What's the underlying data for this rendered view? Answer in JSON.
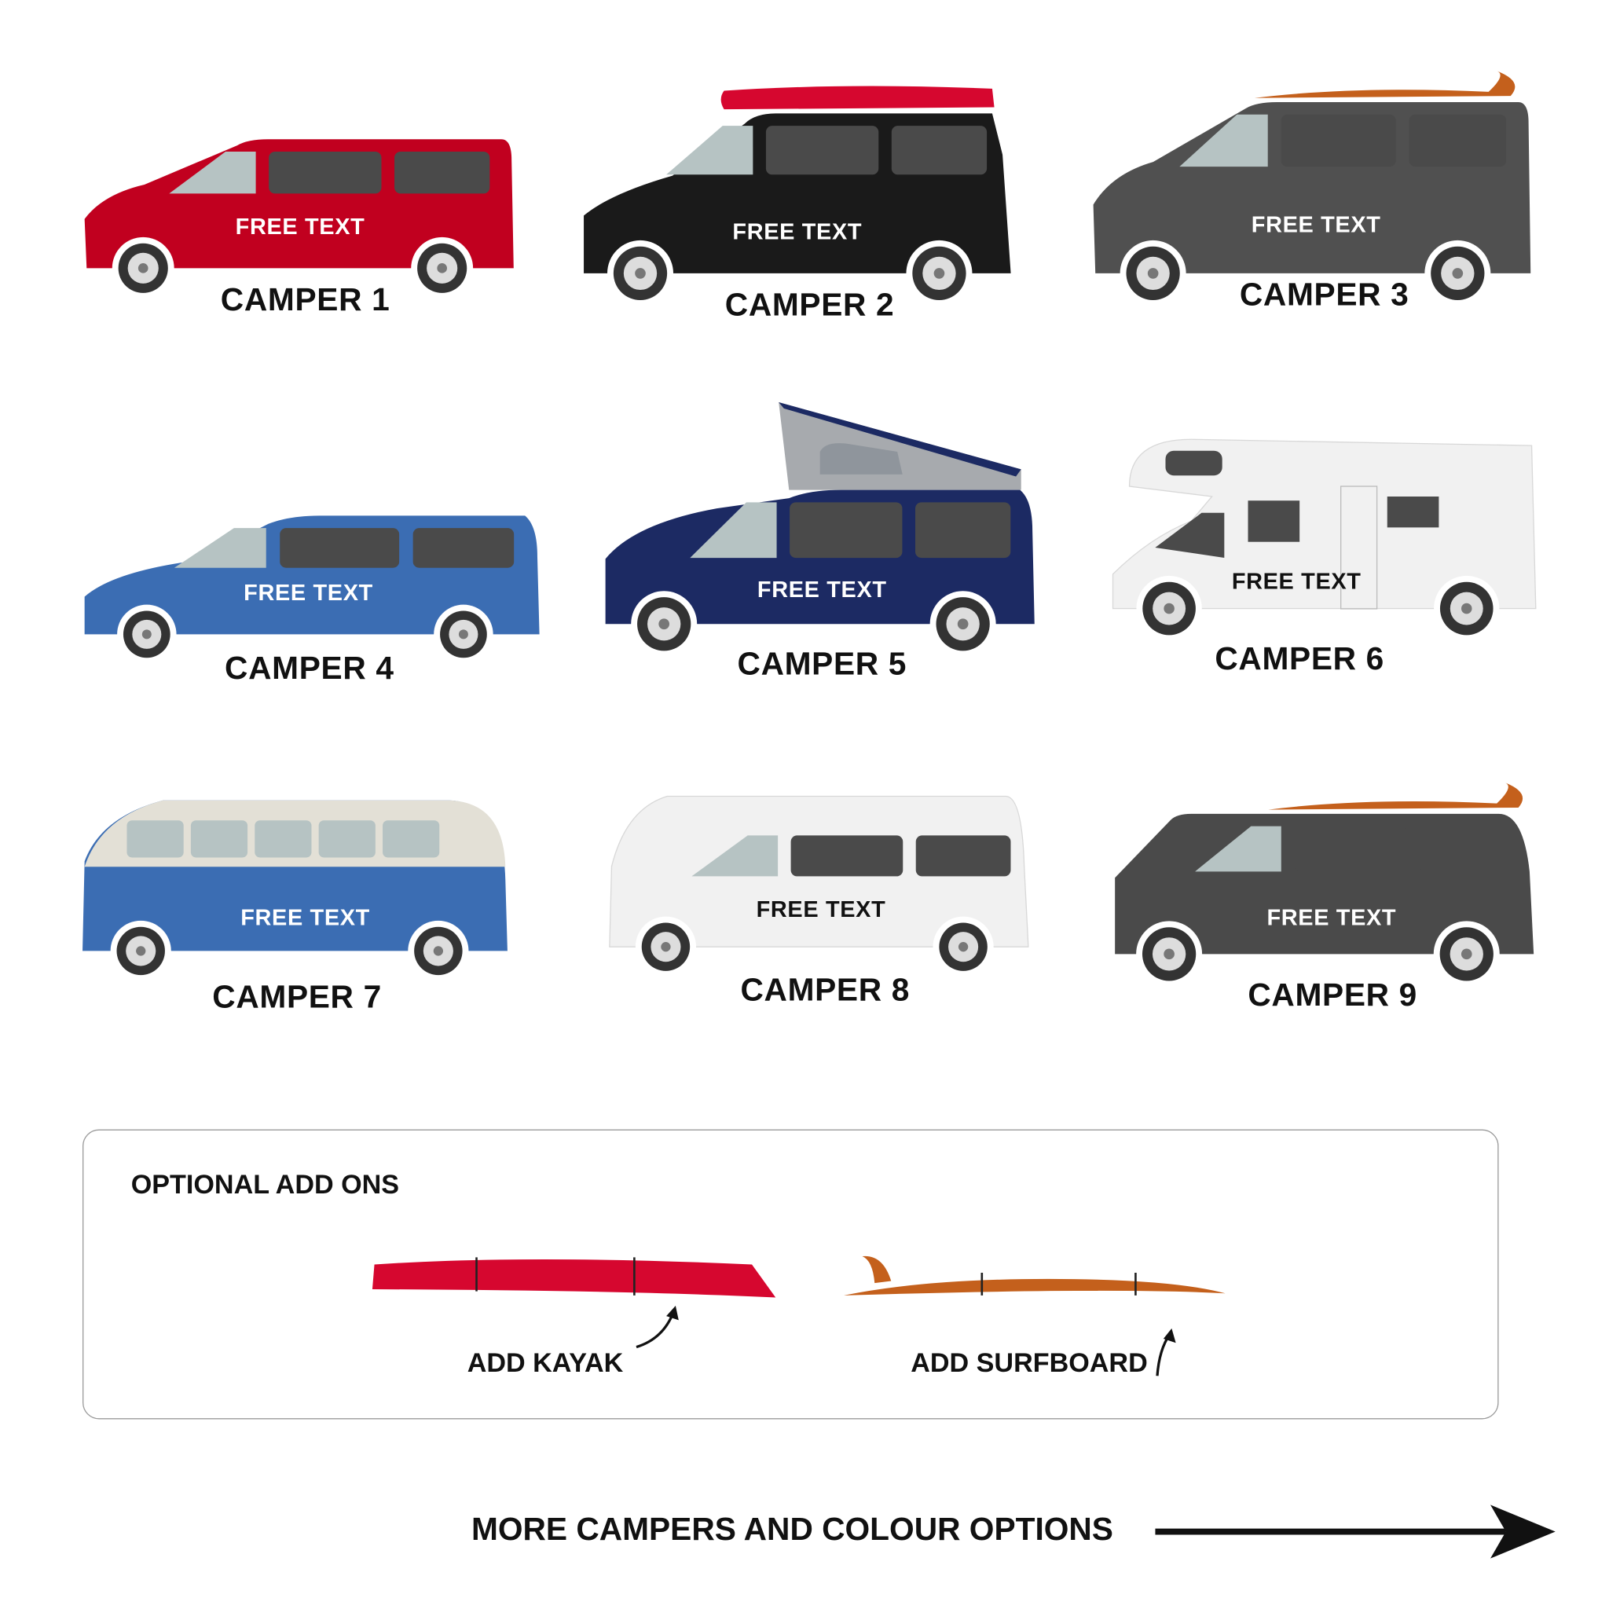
{
  "campers": [
    {
      "label": "CAMPER 1",
      "free_text": "FREE TEXT",
      "color": "#c1001f",
      "style": "sprinter"
    },
    {
      "label": "CAMPER 2",
      "free_text": "FREE TEXT",
      "color": "#1a1a1a",
      "style": "vw",
      "roof": "kayak"
    },
    {
      "label": "CAMPER 3",
      "free_text": "FREE TEXT",
      "color": "#505050",
      "style": "sprinter",
      "roof": "surfboard"
    },
    {
      "label": "CAMPER 4",
      "free_text": "FREE TEXT",
      "color": "#3b6db3",
      "style": "vito"
    },
    {
      "label": "CAMPER 5",
      "free_text": "FREE TEXT",
      "color": "#1c2a63",
      "style": "vito",
      "roof": "poptop"
    },
    {
      "label": "CAMPER 6",
      "free_text": "FREE TEXT",
      "color": "#f1f1f1",
      "style": "motorhome"
    },
    {
      "label": "CAMPER 7",
      "free_text": "FREE TEXT",
      "color": "#3b6db3",
      "style": "splitscreen"
    },
    {
      "label": "CAMPER 8",
      "free_text": "FREE TEXT",
      "color": "#f1f1f1",
      "style": "baywindow"
    },
    {
      "label": "CAMPER 9",
      "free_text": "FREE TEXT",
      "color": "#4a4a4a",
      "style": "t25",
      "roof": "surfboard"
    }
  ],
  "addons": {
    "title": "OPTIONAL ADD ONS",
    "kayak_label": "ADD KAYAK",
    "surfboard_label": "ADD SURFBOARD",
    "kayak_color": "#d6072f",
    "surfboard_color": "#c4601c"
  },
  "footer": {
    "more_label": "MORE CAMPERS AND COLOUR OPTIONS"
  }
}
